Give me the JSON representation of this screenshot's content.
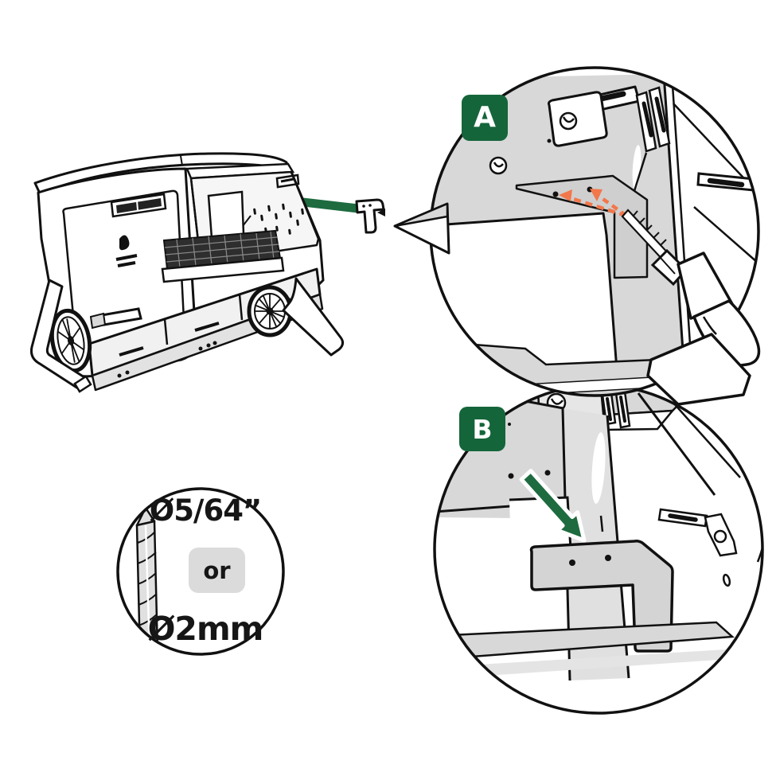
{
  "figure": {
    "kind": "assembly-instruction-diagram",
    "steps_shown": [
      "A",
      "B"
    ]
  },
  "callouts": {
    "a": {
      "label": "A"
    },
    "b": {
      "label": "B"
    }
  },
  "drill_size_note": {
    "imperial": "Ø5/64”",
    "connector": "or",
    "metric": "Ø2mm"
  },
  "colors": {
    "badge_green": "#15653A",
    "arrow_green": "#1D6B3F",
    "dashed_arrow_orange": "#F2774B",
    "panel_gray": "#D8D8D8",
    "or_box_gray": "#DBDBDB",
    "outline_black": "#111111",
    "background": "#FFFFFF"
  },
  "icons": {
    "coop_illustration": "mobile-chicken-coop-line-art",
    "detail_a": "drill-two-pilot-holes",
    "detail_b": "slide-bracket-into-place",
    "drill_bit": "twist-drill-bit",
    "green_arrow": "direction-arrow",
    "orange_arrows": "drill-target-dashed-arrows"
  }
}
